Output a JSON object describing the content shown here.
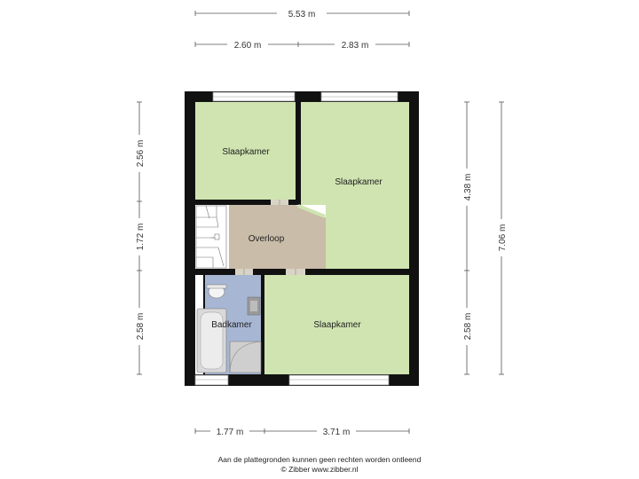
{
  "dimensions": {
    "top_total": "5.53 m",
    "top_left": "2.60 m",
    "top_right": "2.83 m",
    "left_top": "2.56 m",
    "left_mid": "1.72 m",
    "left_bottom": "2.58 m",
    "right_inner_top": "4.38 m",
    "right_inner_bottom": "2.58 m",
    "right_total": "7.06 m",
    "bottom_left": "1.77 m",
    "bottom_right": "3.71 m"
  },
  "rooms": {
    "bedroom_top_left": "Slaapkamer",
    "bedroom_top_right": "Slaapkamer",
    "landing": "Overloop",
    "bathroom": "Badkamer",
    "bedroom_bottom": "Slaapkamer"
  },
  "footer": {
    "line1": "Aan de plattegronden kunnen geen rechten worden ontleend",
    "line2": "© Zibber www.zibber.nl"
  },
  "colors": {
    "bedroom": "#cfe4b0",
    "landing": "#c9bca8",
    "bathroom": "#a7b6d3",
    "wall": "#111111"
  }
}
